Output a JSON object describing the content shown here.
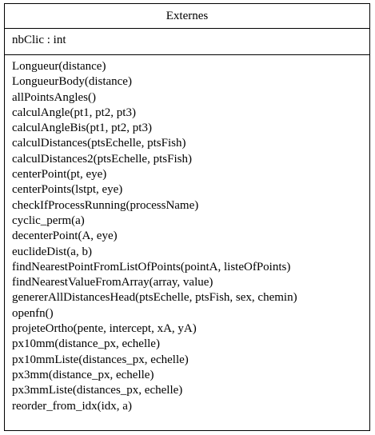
{
  "class_name": "Externes",
  "attributes": [
    "nbClic : int"
  ],
  "methods": [
    "Longueur(distance)",
    "LongueurBody(distance)",
    "allPointsAngles()",
    "calculAngle(pt1, pt2, pt3)",
    "calculAngleBis(pt1, pt2, pt3)",
    "calculDistances(ptsEchelle, ptsFish)",
    "calculDistances2(ptsEchelle, ptsFish)",
    "centerPoint(pt, eye)",
    "centerPoints(lstpt, eye)",
    "checkIfProcessRunning(processName)",
    "cyclic_perm(a)",
    "decenterPoint(A, eye)",
    "euclideDist(a, b)",
    "findNearestPointFromListOfPoints(pointA, listeOfPoints)",
    "findNearestValueFromArray(array, value)",
    "genererAllDistancesHead(ptsEchelle, ptsFish, sex, chemin)",
    "openfn()",
    "projeteOrtho(pente, intercept, xA, yA)",
    "px10mm(distance_px, echelle)",
    "px10mmListe(distances_px, echelle)",
    "px3mm(distance_px, echelle)",
    "px3mmListe(distances_px, echelle)",
    "reorder_from_idx(idx, a)"
  ]
}
